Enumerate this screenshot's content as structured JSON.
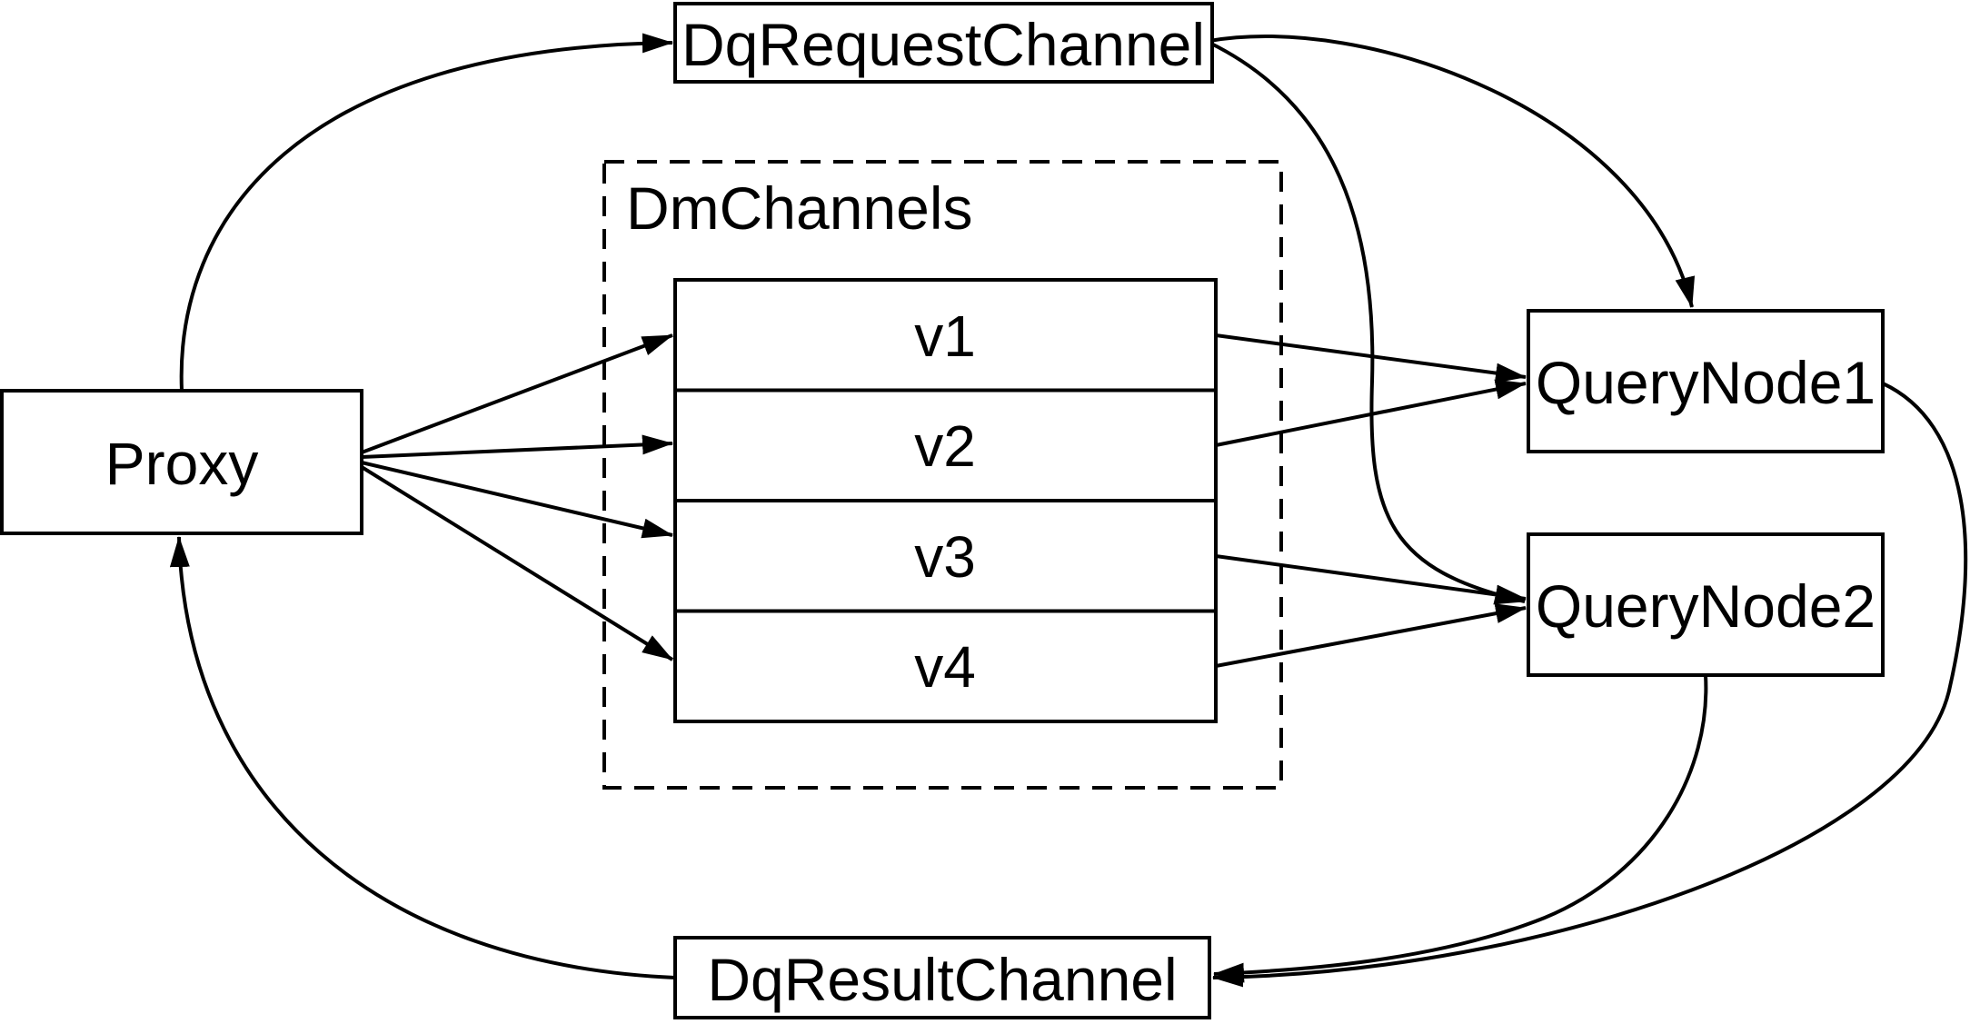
{
  "diagram": {
    "background": "#ffffff",
    "stroke_color": "#000000",
    "nodes": {
      "proxy": {
        "label": "Proxy"
      },
      "dq_request_channel": {
        "label": "DqRequestChannel"
      },
      "dm_channels": {
        "label": "DmChannels"
      },
      "channels": [
        {
          "label": "v1"
        },
        {
          "label": "v2"
        },
        {
          "label": "v3"
        },
        {
          "label": "v4"
        }
      ],
      "query_node_1": {
        "label": "QueryNode1"
      },
      "query_node_2": {
        "label": "QueryNode2"
      },
      "dq_result_channel": {
        "label": "DqResultChannel"
      }
    },
    "edges": [
      {
        "from": "Proxy",
        "to": "DqRequestChannel"
      },
      {
        "from": "Proxy",
        "to": "v1"
      },
      {
        "from": "Proxy",
        "to": "v2"
      },
      {
        "from": "Proxy",
        "to": "v3"
      },
      {
        "from": "Proxy",
        "to": "v4"
      },
      {
        "from": "v1",
        "to": "QueryNode1"
      },
      {
        "from": "v2",
        "to": "QueryNode1"
      },
      {
        "from": "v3",
        "to": "QueryNode2"
      },
      {
        "from": "v4",
        "to": "QueryNode2"
      },
      {
        "from": "DqRequestChannel",
        "to": "QueryNode1"
      },
      {
        "from": "DqRequestChannel",
        "to": "QueryNode2"
      },
      {
        "from": "QueryNode1",
        "to": "DqResultChannel"
      },
      {
        "from": "QueryNode2",
        "to": "DqResultChannel"
      },
      {
        "from": "DqResultChannel",
        "to": "Proxy"
      }
    ]
  }
}
